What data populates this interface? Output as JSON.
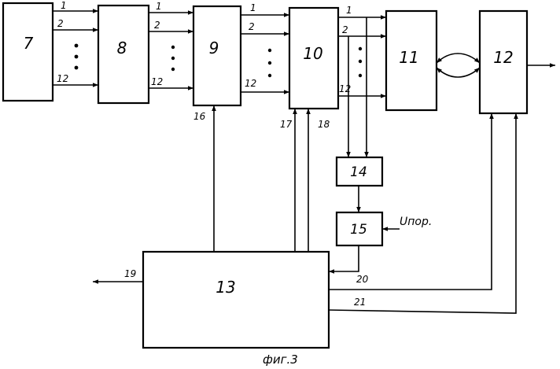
{
  "blocks": {
    "b7": "7",
    "b8": "8",
    "b9": "9",
    "b10": "10",
    "b11": "11",
    "b12": "12",
    "b13": "13",
    "b14": "14",
    "b15": "15"
  },
  "bus_labels": {
    "first": "1",
    "second": "2",
    "last": "12"
  },
  "signal_labels": {
    "s16": "16",
    "s17": "17",
    "s18": "18",
    "s19": "19",
    "s20": "20",
    "s21": "21",
    "u_ref": "Uпор."
  },
  "caption": "фиг.3"
}
